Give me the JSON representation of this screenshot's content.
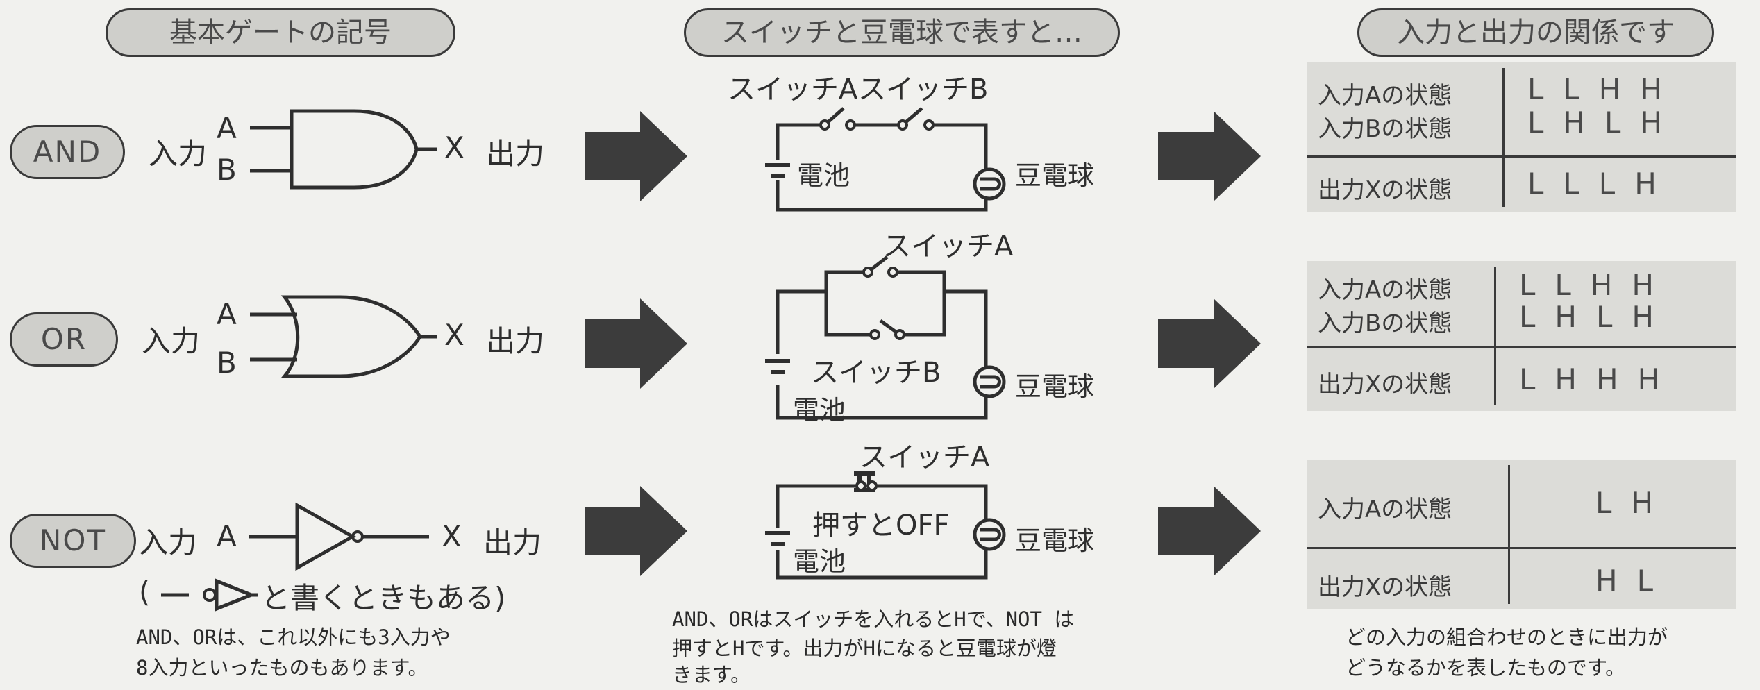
{
  "headers": {
    "symbols": "基本ゲートの記号",
    "switches": "スイッチと豆電球で表すと…",
    "relation": "入力と出力の関係です"
  },
  "gates": {
    "and": {
      "name": "AND",
      "input_label": "入力",
      "input_a": "A",
      "input_b": "B",
      "output_name": "X",
      "output_label": "出力"
    },
    "or": {
      "name": "OR",
      "input_label": "入力",
      "input_a": "A",
      "input_b": "B",
      "output_name": "X",
      "output_label": "出力"
    },
    "not": {
      "name": "NOT",
      "input_label": "入力",
      "input_a": "A",
      "output_name": "X",
      "output_label": "出力",
      "alt_open": "(",
      "alt_text": "と書くときもある)"
    }
  },
  "circuits": {
    "and": {
      "switch_a": "スイッチA",
      "switch_b": "スイッチB",
      "battery": "電池",
      "bulb": "豆電球"
    },
    "or": {
      "switch_a": "スイッチA",
      "switch_b": "スイッチB",
      "battery": "電池",
      "bulb": "豆電球"
    },
    "not": {
      "switch_a": "スイッチA",
      "push_off": "押すとOFF",
      "battery": "電池",
      "bulb": "豆電球"
    }
  },
  "tables": {
    "and": {
      "row_a": "入力Aの状態",
      "row_b": "入力Bの状態",
      "row_x": "出力Xの状態",
      "vals_a": "LLHH",
      "vals_b": "LHLH",
      "vals_x": "LLLH"
    },
    "or": {
      "row_a": "入力Aの状態",
      "row_b": "入力Bの状態",
      "row_x": "出力Xの状態",
      "vals_a": "LLHH",
      "vals_b": "LHLH",
      "vals_x": "LHHH"
    },
    "not": {
      "row_a": "入力Aの状態",
      "row_x": "出力Xの状態",
      "vals_a": "LH",
      "vals_x": "HL"
    }
  },
  "notes": {
    "gates_line1": "AND、ORは、これ以外にも3入力や",
    "gates_line2": "8入力といったものもあります。",
    "switches_line1": "AND、ORはスイッチを入れるとHで、NOT は",
    "switches_line2": "押すとHです。出力がHになると豆電球が燈",
    "switches_line3": "きます。",
    "relation_line1": "どの入力の組合わせのときに出力が",
    "relation_line2": "どうなるかを表したものです。"
  },
  "colors": {
    "ink": "#2e2e2e",
    "pill_fill": "#cfcfcb",
    "table_fill": "#dcdcd8",
    "arrow_fill": "#3c3c3c",
    "paper": "#f1f1ee"
  }
}
